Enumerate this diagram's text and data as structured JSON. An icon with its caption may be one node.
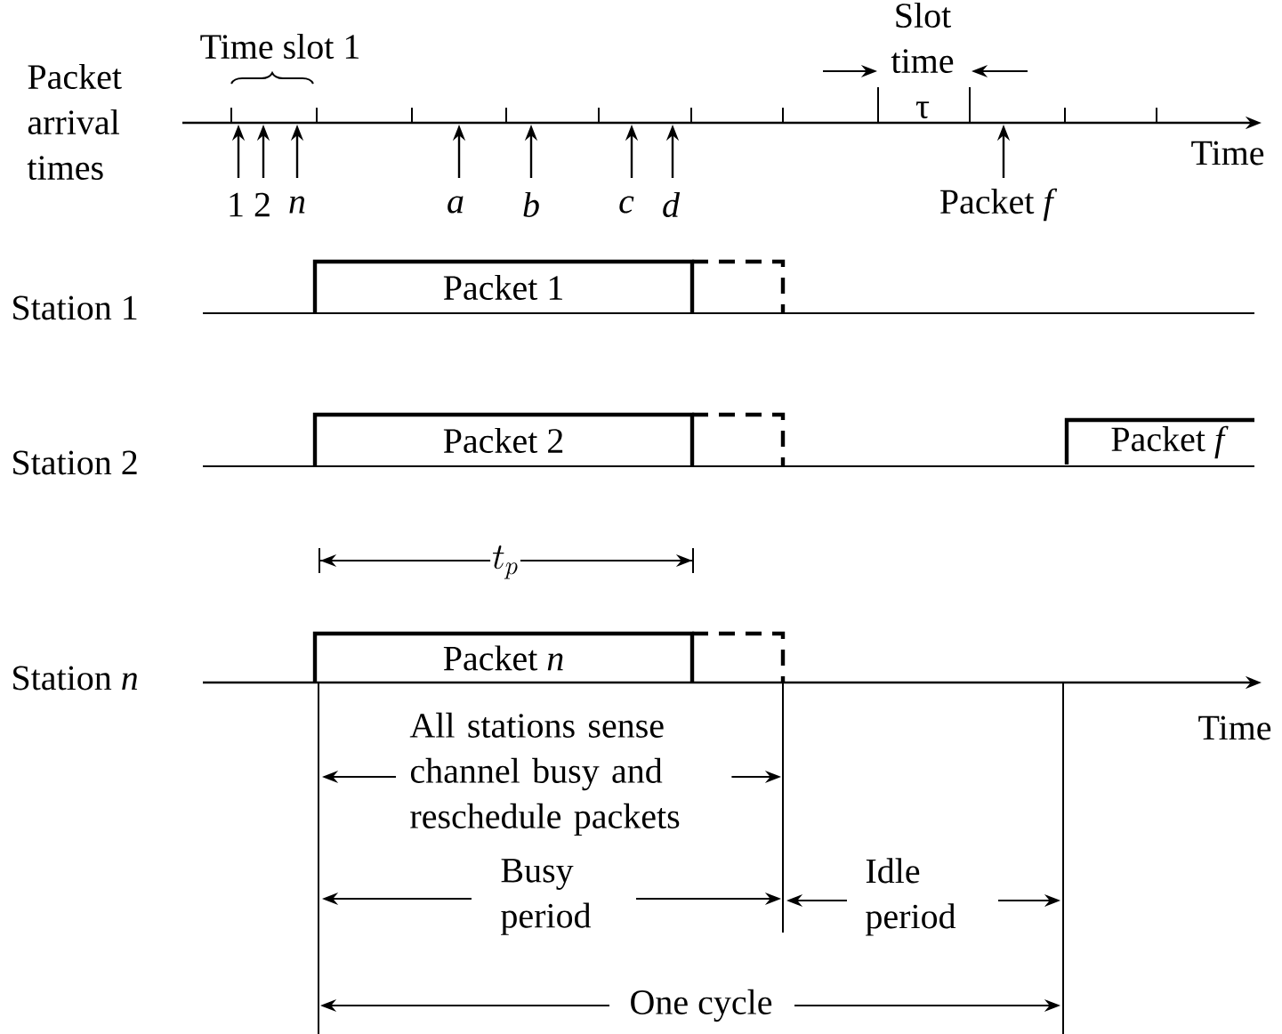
{
  "diagram": {
    "nodes": [
      {
        "text": [
          "Packet 1"
        ]
      },
      {
        "text": [
          "Packet 2"
        ]
      },
      {
        "text": [
          "Packet *n*"
        ]
      },
      {
        "text": [
          "Packet *f*"
        ]
      }
    ],
    "labels": [
      "Time slot 1",
      "Slot time τ",
      "Packet arrival times",
      "Time",
      "1",
      "2",
      "n",
      "a",
      "b",
      "c",
      "d",
      "Packet *f*",
      "Station 1",
      "Station 2",
      "t_p",
      "Station *n*",
      "Time",
      "All stations sense channel busy and reschedule packets",
      "Busy period",
      "Idle period",
      "One cycle"
    ]
  }
}
